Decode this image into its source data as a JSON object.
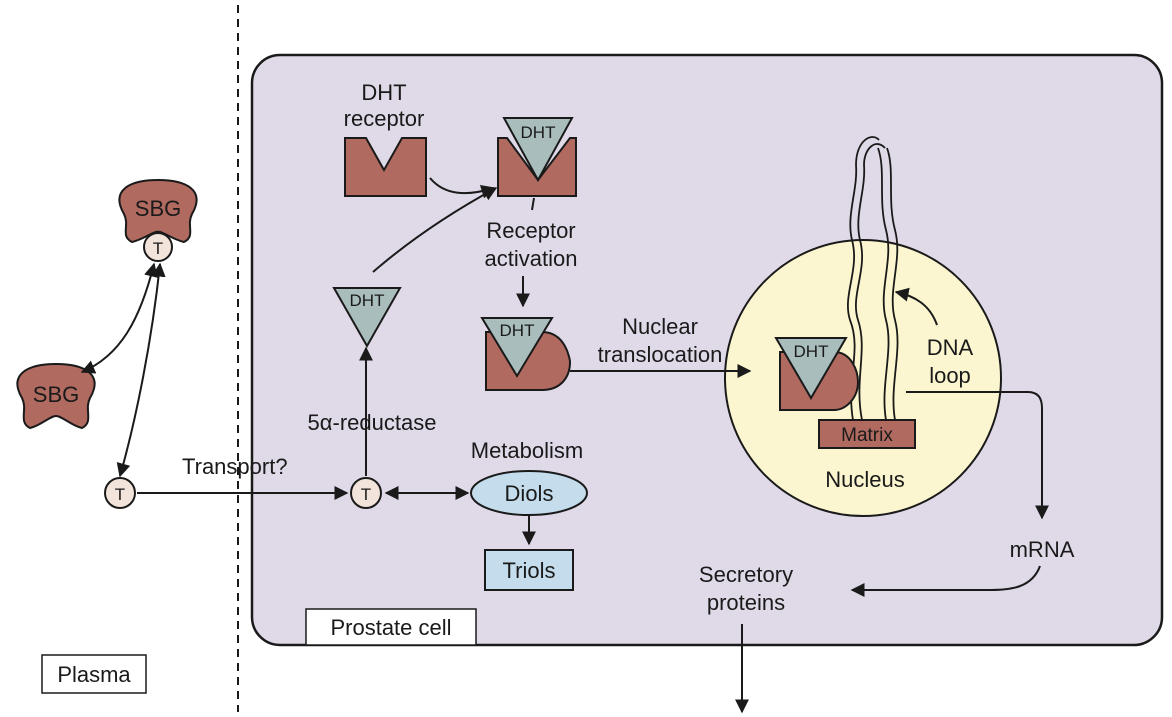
{
  "colors": {
    "cell_fill": "#e0dae8",
    "nucleus_fill": "#fbf6cf",
    "receptor_fill": "#b06a60",
    "dht_fill": "#a9bdbd",
    "testosterone_fill": "#f2e4da",
    "diols_fill": "#c4dcec",
    "triols_fill": "#c4dcec",
    "matrix_fill": "#b06a60",
    "stroke": "#1a1a1a"
  },
  "labels": {
    "dht_receptor_line1": "DHT",
    "dht_receptor_line2": "receptor",
    "receptor_activation_line1": "Receptor",
    "receptor_activation_line2": "activation",
    "nuclear_translocation_line1": "Nuclear",
    "nuclear_translocation_line2": "translocation",
    "dna_loop_line1": "DNA",
    "dna_loop_line2": "loop",
    "matrix": "Matrix",
    "nucleus": "Nucleus",
    "mrna": "mRNA",
    "secretory_proteins_line1": "Secretory",
    "secretory_proteins_line2": "proteins",
    "prostate_cell": "Prostate cell",
    "plasma": "Plasma",
    "transport": "Transport?",
    "reductase": "5α-reductase",
    "metabolism": "Metabolism",
    "diols": "Diols",
    "triols": "Triols"
  },
  "molecules": {
    "sbg": "SBG",
    "testosterone": "T",
    "dht": "DHT"
  }
}
